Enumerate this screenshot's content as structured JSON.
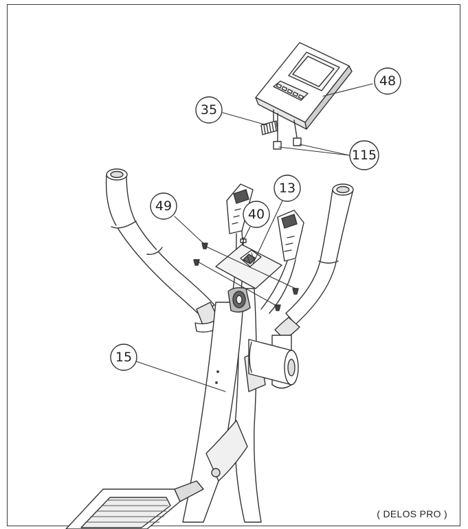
{
  "model_label": "( DELOS PRO )",
  "callouts": {
    "c48": "48",
    "c35": "35",
    "c115": "115",
    "c13": "13",
    "c49": "49",
    "c40": "40",
    "c15": "15"
  },
  "colors": {
    "line": "#333333",
    "tube_fill": "#ffffff",
    "shade": "#d8d8d8",
    "dark": "#555555"
  }
}
